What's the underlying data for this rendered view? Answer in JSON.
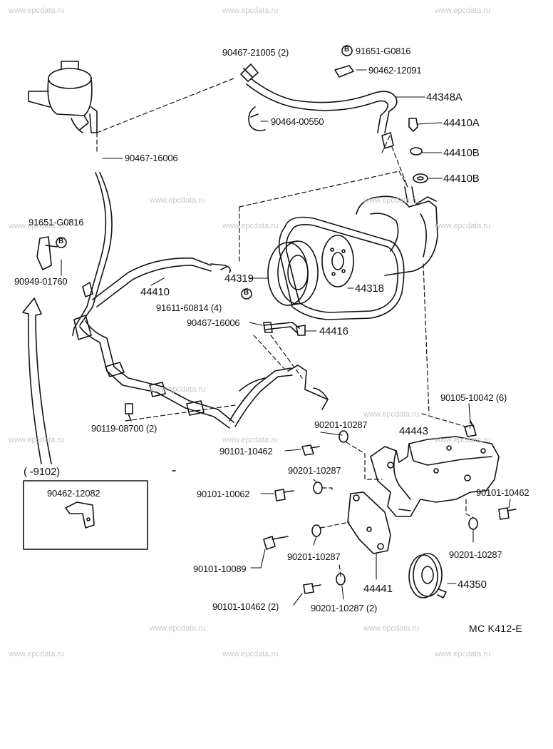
{
  "watermarks": [
    "www.epcdata.ru",
    "www.epcdata.ru",
    "www.epcdata.ru",
    "www.epcdata.ru",
    "www.epcdata.ru",
    "www.epcdata.ru",
    "www.epcdata.ru",
    "www.epcdata.ru",
    "www.epcdata.ru",
    "www.epcdata.ru",
    "www.epcdata.ru",
    "www.epcdata.ru",
    "www.epcdata.ru",
    "www.epcdata.ru",
    "www.epcdata.ru",
    "www.epcdata.ru",
    "www.epcdata.ru",
    "www.epcdata.ru",
    "www.epcdata.ru",
    "www.epcdata.ru",
    "www.epcdata.ru",
    "www.epcdata.ru"
  ],
  "parts": {
    "p_90467_21005": "90467-21005 (2)",
    "p_91651_g0816_top": "91651-G0816",
    "p_90462_12091": "90462-12091",
    "p_44348a": "44348A",
    "p_90464_00550": "90464-00550",
    "p_44410a": "44410A",
    "p_44410b_1": "44410B",
    "p_44410b_2": "44410B",
    "p_90467_16006_top": "90467-16006",
    "p_91651_g0816_left": "91651-G0816",
    "p_90949_01760": "90949-01760",
    "p_44410": "44410",
    "p_44319": "44319",
    "p_44318": "44318",
    "p_91611_60814": "91611-60814 (4)",
    "p_90467_16006_mid": "90467-16006",
    "p_44416": "44416",
    "p_90119_08700": "90119-08700 (2)",
    "p_90201_10287_a": "90201-10287",
    "p_90105_10042": "90105-10042 (6)",
    "p_44443": "44443",
    "p_90101_10462_a": "90101-10462",
    "p_90201_10287_b": "90201-10287",
    "p_90101_10062": "90101-10062",
    "p_90101_10462_b": "90101-10462",
    "p_90201_10287_c": "90201-10287",
    "p_90101_10089": "90101-10089",
    "p_90201_10287_d": "90201-10287",
    "p_44441": "44441",
    "p_44350": "44350",
    "p_90101_10462_c": "90101-10462 (2)",
    "p_90201_10287_e": "90201-10287 (2)",
    "p_90462_12082": "90462-12082"
  },
  "inset_range": "(      -9102)",
  "reference": "MC  K412-E",
  "callouts": [
    "B",
    "B",
    "B"
  ]
}
